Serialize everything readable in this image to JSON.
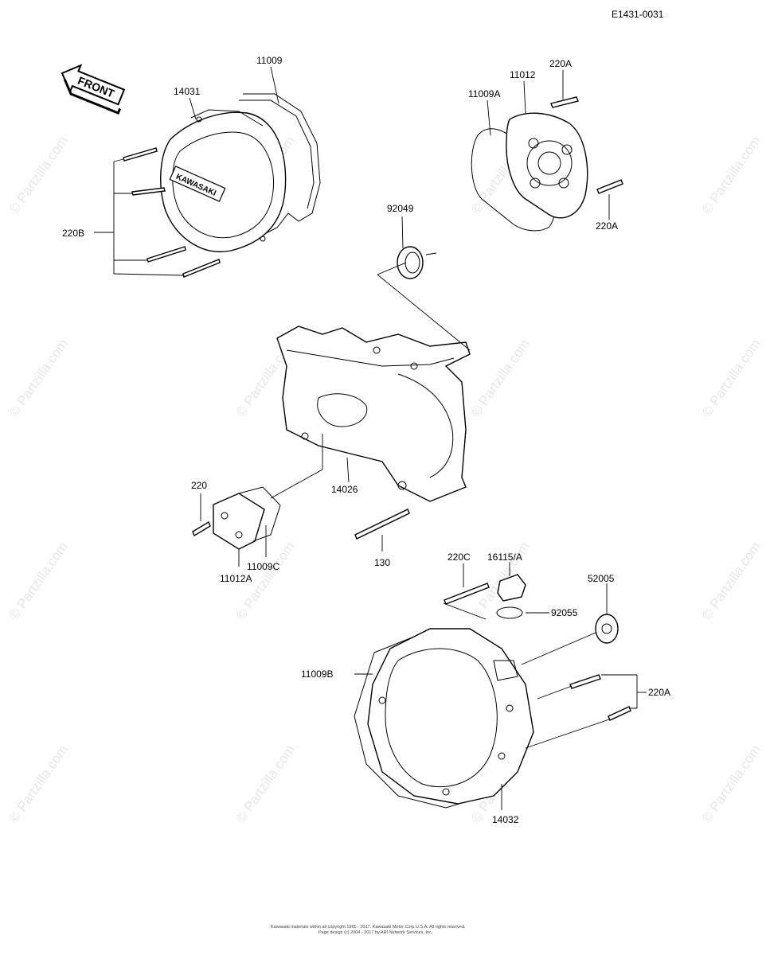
{
  "diagram_code": "E1431-0031",
  "front_arrow_label": "FRONT",
  "logo_text": "KAWASAKI",
  "watermark": "© Partzilla.com",
  "parts": {
    "p11009": "11009",
    "p14031": "14031",
    "p220B": "220B",
    "p11012": "11012",
    "p220A_top": "220A",
    "p11009A": "11009A",
    "p220A_right": "220A",
    "p92049": "92049",
    "p14026": "14026",
    "p220": "220",
    "p11012A": "11012A",
    "p11009C": "11009C",
    "p130": "130",
    "p220C": "220C",
    "p16115A": "16115/A",
    "p52005": "52005",
    "p92055": "92055",
    "p11009B": "11009B",
    "p220A_bottom": "220A",
    "p14032": "14032"
  },
  "footer": {
    "line1": "Kawasaki materials within all copyright 1965 - 2017. Kawasaki Motor Corp U.S.A.  All rights reserved.",
    "line2": "Page design (c) 2004 - 2017 by ARI Network Services, Inc."
  }
}
